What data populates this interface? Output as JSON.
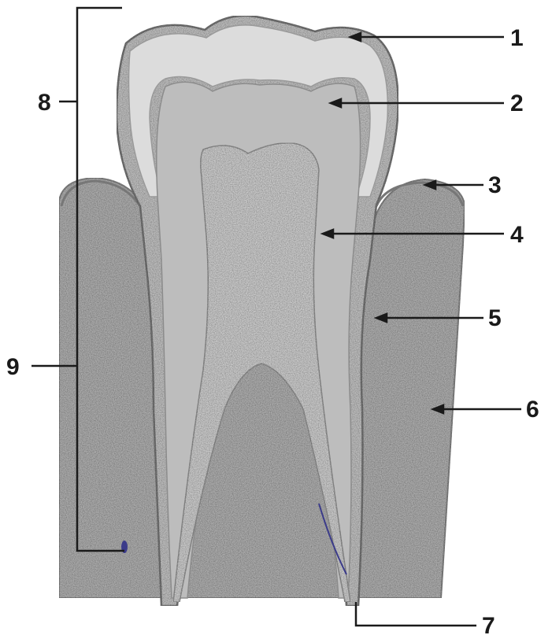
{
  "diagram": {
    "type": "tooth cross-section (molar)",
    "labels": [
      {
        "id": "1",
        "text": "1"
      },
      {
        "id": "2",
        "text": "2"
      },
      {
        "id": "3",
        "text": "3"
      },
      {
        "id": "4",
        "text": "4"
      },
      {
        "id": "5",
        "text": "5"
      },
      {
        "id": "6",
        "text": "6"
      },
      {
        "id": "7",
        "text": "7"
      },
      {
        "id": "8",
        "text": "8"
      },
      {
        "id": "9",
        "text": "9"
      }
    ],
    "colors": {
      "ink": "#1a1a1a",
      "bone": "#b8b8b8",
      "gum": "#a9a9a9",
      "enamel": "#cfcfcf",
      "dentin": "#bdbdbd",
      "pulp": "#d6d6d6",
      "nerve_accent": "#3b3b8a"
    }
  }
}
